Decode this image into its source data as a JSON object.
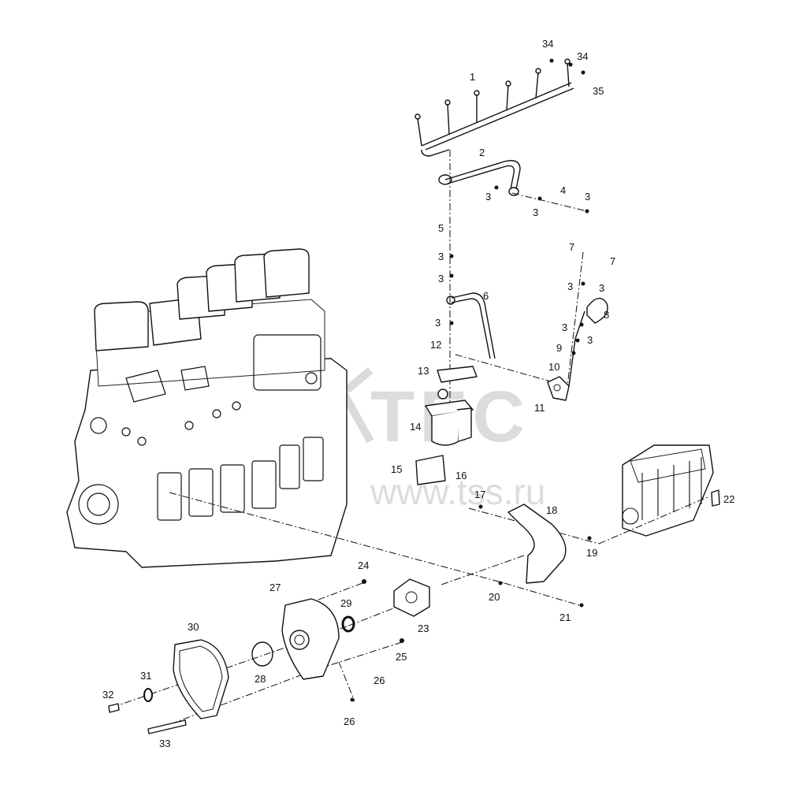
{
  "watermark": {
    "logo": "TEC",
    "url": "www.tss.ru"
  },
  "callouts": [
    "1",
    "2",
    "3",
    "4",
    "5",
    "6",
    "7",
    "8",
    "9",
    "10",
    "11",
    "12",
    "13",
    "14",
    "15",
    "16",
    "17",
    "18",
    "19",
    "20",
    "21",
    "22",
    "23",
    "24",
    "25",
    "26",
    "27",
    "28",
    "29",
    "30",
    "31",
    "32",
    "33",
    "34",
    "35"
  ]
}
